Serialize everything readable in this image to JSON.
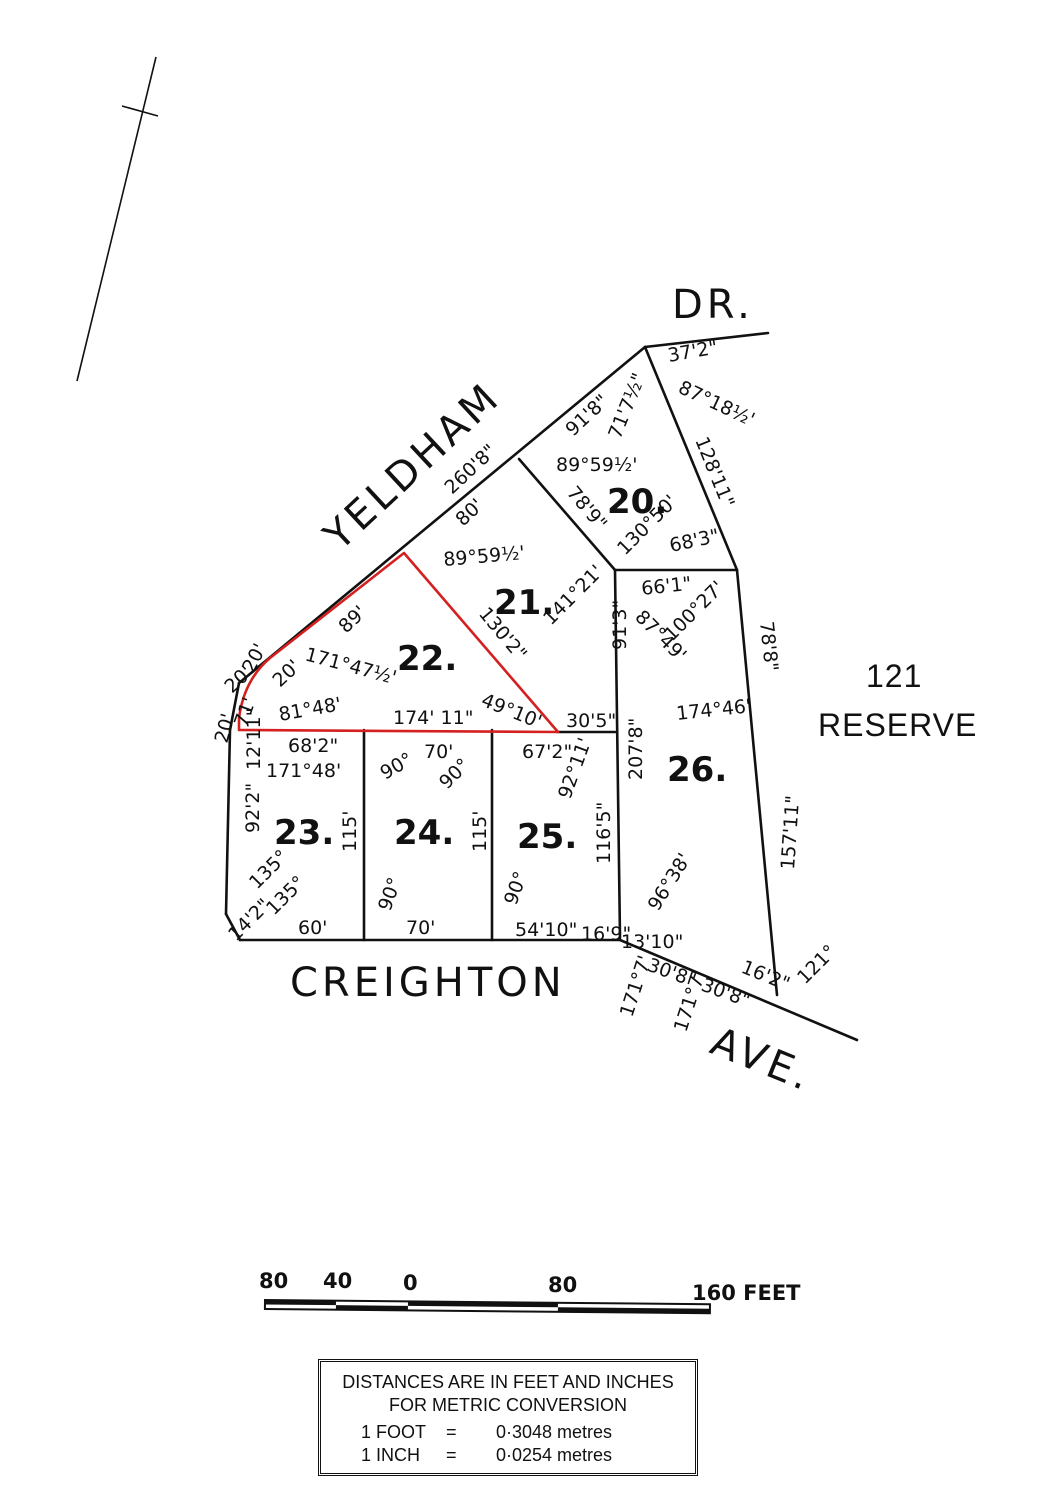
{
  "streets": {
    "yeldham": "YELDHAM",
    "dr": "DR.",
    "creighton": "CREIGHTON",
    "ave": "AVE."
  },
  "reserve": {
    "number": "121",
    "label": "RESERVE"
  },
  "lots": [
    "20",
    "21",
    "22",
    "23",
    "24",
    "25",
    "26"
  ],
  "dims": {
    "d1": "37'2\"",
    "d2": "87°18½'",
    "d3": "128'11\"",
    "d4": "91'8\"",
    "d5": "71'7½\"",
    "d6": "89°59½'",
    "d7": "130°50'",
    "d8": "68'3\"",
    "d9": "78'9\"",
    "d10": "260'8\"",
    "d11": "80'",
    "d12": "89°59½'",
    "d13": "141°21'",
    "d14": "66'1\"",
    "d15": "87°49'",
    "d16": "100°27'",
    "d17": "78'8\"",
    "d18": "89'",
    "d19": "130'2\"",
    "d20": "171°47½'",
    "d21": "20'",
    "d22": "20'",
    "d23": "20'",
    "d24": "20'",
    "d25": "71'",
    "d26": "81°48'",
    "d27": "174' 11\"",
    "d28": "49°10'",
    "d29": "30'5\"",
    "d30": "207'8\"",
    "d31": "91'3\"",
    "d32": "174°46'",
    "d33": "12'11\"",
    "d34": "68'2\"",
    "d35": "171°48'",
    "d36": "92'2\"",
    "d37": "135°",
    "d38": "135°",
    "d39": "14'2\"",
    "d40": "60'",
    "d41": "115'",
    "d42": "90°",
    "d43": "70'",
    "d44": "90°",
    "d45": "115'",
    "d46": "90°",
    "d47": "70'",
    "d48": "67'2\"",
    "d49": "92°11'",
    "d50": "116'5\"",
    "d51": "90°",
    "d52": "54'10\"",
    "d53": "16'9\"",
    "d54": "13'10\"",
    "d55": "96°38'",
    "d56": "157'11\"",
    "d57": "30'8\"",
    "d58": "30'8\"",
    "d59": "16'2\"",
    "d60": "121°",
    "d61": "171°7'",
    "d62": "171°7'"
  },
  "scale_bar": {
    "labels": [
      "80",
      "40",
      "0",
      "80",
      "160 FEET"
    ]
  },
  "legend": {
    "line1": "DISTANCES ARE IN FEET AND INCHES",
    "line2": "FOR METRIC CONVERSION",
    "row1": {
      "unit": "1 FOOT",
      "eq": "=",
      "value": "0·3048 metres"
    },
    "row2": {
      "unit": "1 INCH",
      "eq": "=",
      "value": "0·0254 metres"
    }
  },
  "colors": {
    "highlight": "#d42020",
    "ink": "#111111"
  }
}
